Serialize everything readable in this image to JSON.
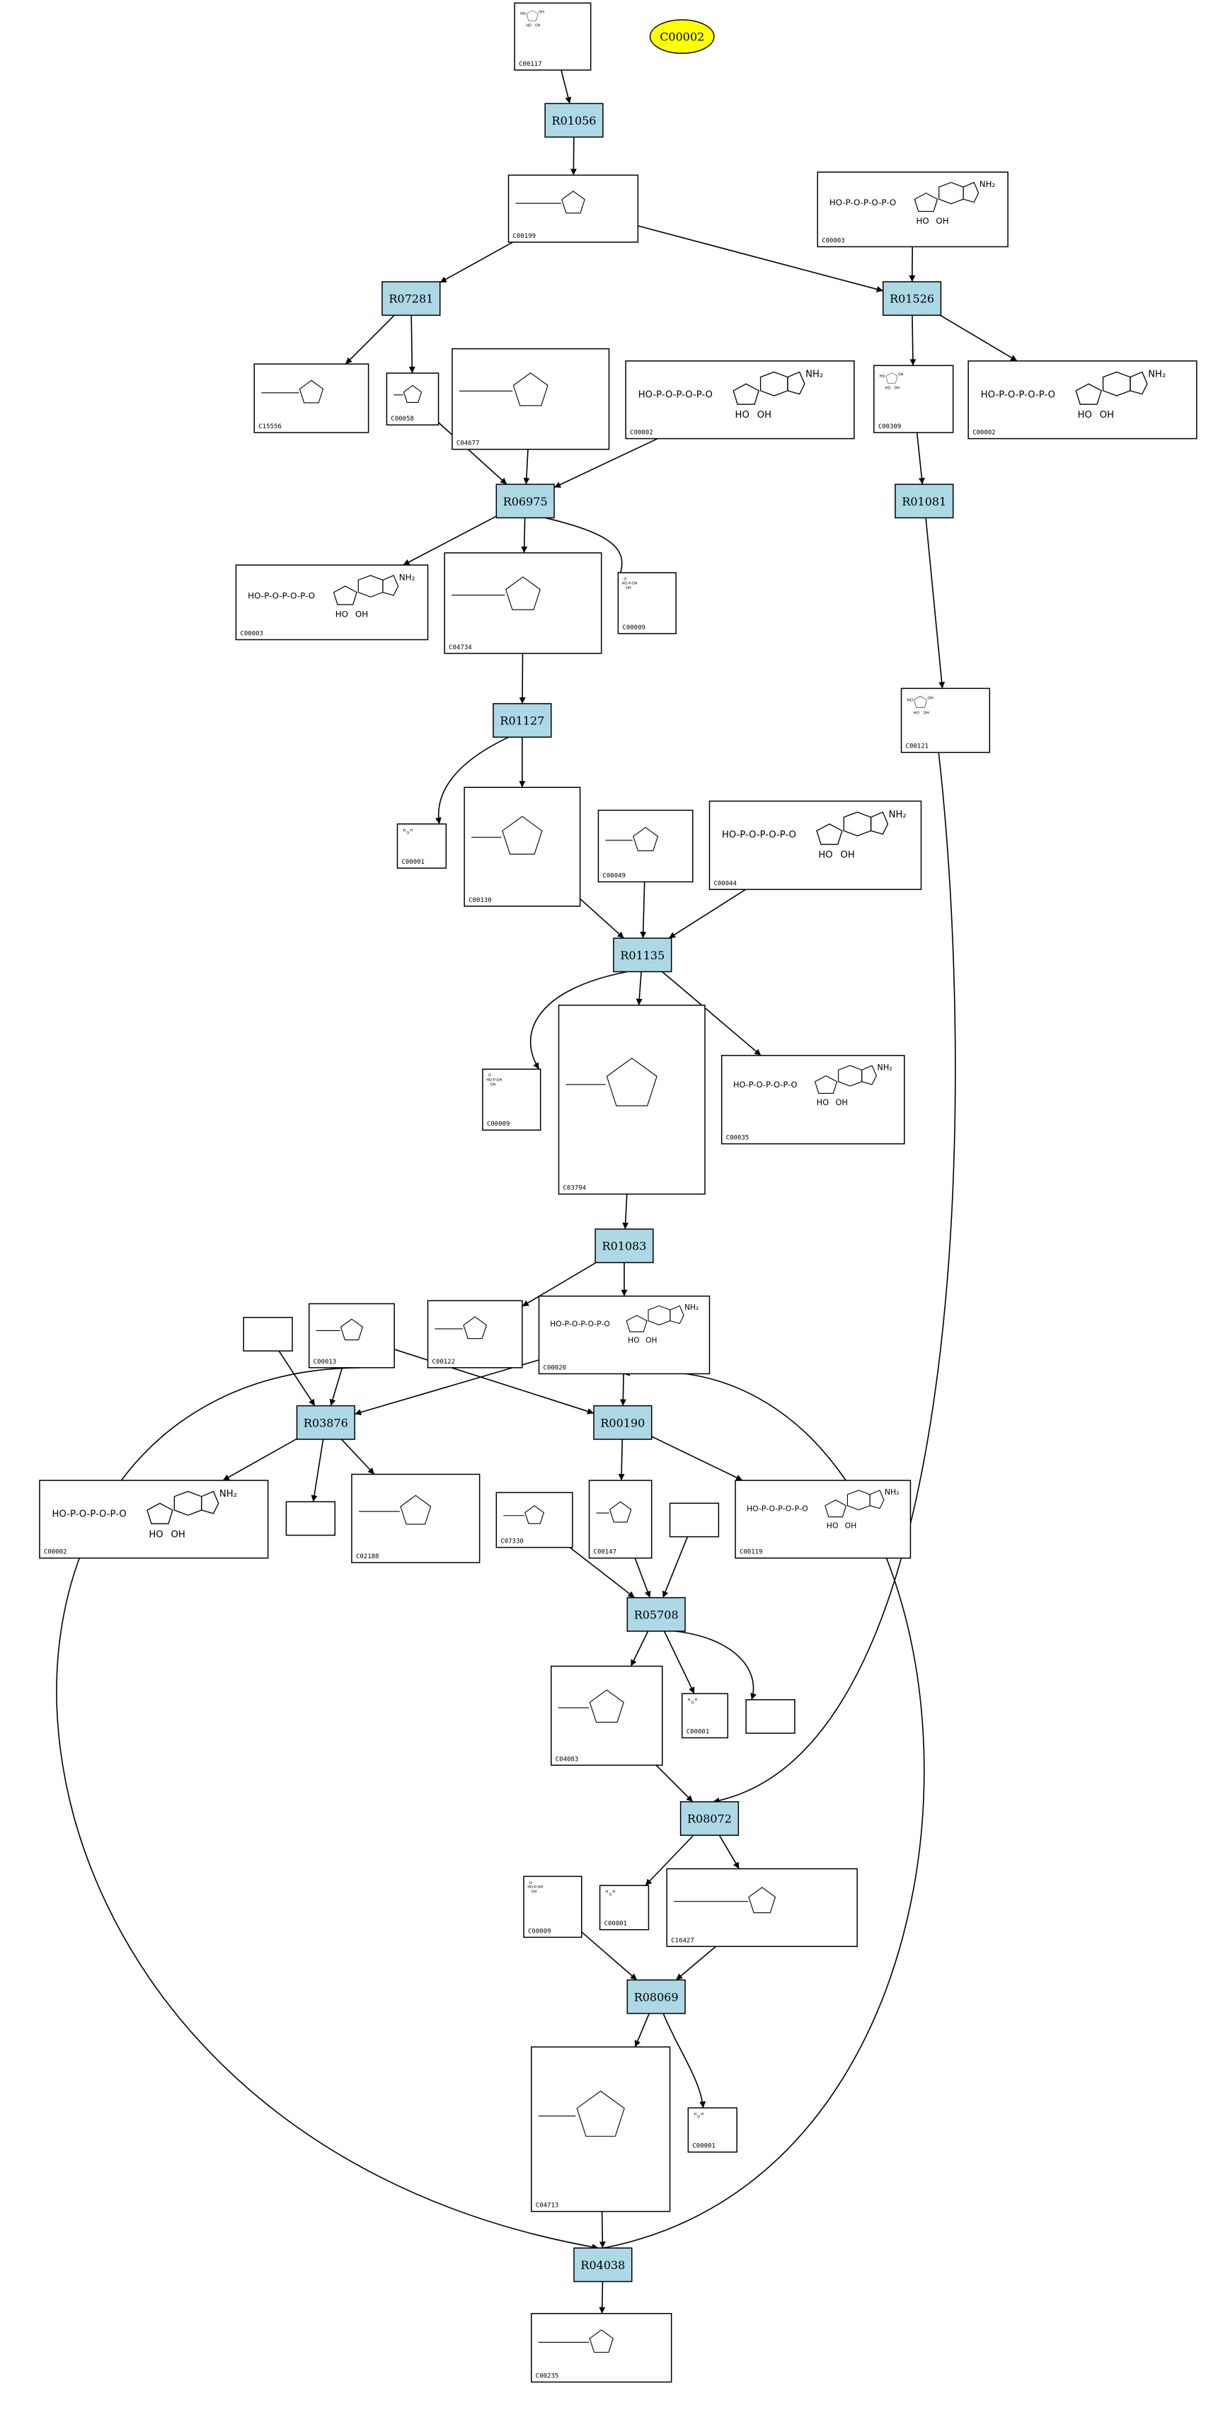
{
  "highlight": {
    "label": "C00002",
    "color": "#ffff00"
  },
  "colors": {
    "reaction_fill": "#add8e6",
    "compound_fill": "#ffffff",
    "highlight_fill": "#ffff00"
  },
  "reactions": [
    {
      "id": "R01056",
      "label": "R01056"
    },
    {
      "id": "R07281",
      "label": "R07281"
    },
    {
      "id": "R01526",
      "label": "R01526"
    },
    {
      "id": "R06975",
      "label": "R06975"
    },
    {
      "id": "R01081",
      "label": "R01081"
    },
    {
      "id": "R01127",
      "label": "R01127"
    },
    {
      "id": "R01135",
      "label": "R01135"
    },
    {
      "id": "R01083",
      "label": "R01083"
    },
    {
      "id": "R03876",
      "label": "R03876"
    },
    {
      "id": "R00190",
      "label": "R00190"
    },
    {
      "id": "R05708",
      "label": "R05708"
    },
    {
      "id": "R08072",
      "label": "R08072"
    },
    {
      "id": "R08069",
      "label": "R08069"
    },
    {
      "id": "R04038",
      "label": "R04038"
    }
  ],
  "compounds": [
    {
      "id": "c1",
      "label": "C00117",
      "structure": "ribose-5-phosphate"
    },
    {
      "id": "c2",
      "label": "C00199",
      "structure": "ribulose-5-phosphate"
    },
    {
      "id": "c3",
      "label": "C00003",
      "structure": "NAD+"
    },
    {
      "id": "c4",
      "label": "C15556",
      "structure": "1-deoxy-xylulose-phosphate"
    },
    {
      "id": "c5",
      "label": "C00058",
      "structure": "formate"
    },
    {
      "id": "c6",
      "label": "C04677",
      "structure": "AICAR"
    },
    {
      "id": "c7",
      "label": "C00002",
      "structure": "ATP"
    },
    {
      "id": "c8",
      "label": "C00309",
      "structure": "ribulose"
    },
    {
      "id": "c9",
      "label": "C00002",
      "structure": "ATP"
    },
    {
      "id": "c10",
      "label": "C00003",
      "structure": "NAD+"
    },
    {
      "id": "c11",
      "label": "C04734",
      "structure": "FAICAR"
    },
    {
      "id": "c12",
      "label": "C00009",
      "structure": "phosphate"
    },
    {
      "id": "c13",
      "label": "C00121",
      "structure": "ribose"
    },
    {
      "id": "c14",
      "label": "C00001",
      "structure": "water"
    },
    {
      "id": "c15",
      "label": "C00130",
      "structure": "IMP"
    },
    {
      "id": "c16",
      "label": "C00049",
      "structure": "aspartate"
    },
    {
      "id": "c17",
      "label": "C00044",
      "structure": "GTP"
    },
    {
      "id": "c18",
      "label": "C00009",
      "structure": "phosphate"
    },
    {
      "id": "c19",
      "label": "C03794",
      "structure": "adenylosuccinate"
    },
    {
      "id": "c20",
      "label": "C00035",
      "structure": "GDP"
    },
    {
      "id": "c21",
      "label": "C00122",
      "structure": "fumarate"
    },
    {
      "id": "c22",
      "label": "C00013",
      "structure": "diphosphate"
    },
    {
      "id": "c23",
      "label": "C00020",
      "structure": "AMP"
    },
    {
      "id": "c24",
      "label": "C00002",
      "structure": "ATP"
    },
    {
      "id": "c25",
      "label": "C02188",
      "structure": "protein-lysine"
    },
    {
      "id": "c26",
      "label": "C07330",
      "structure": "prenal"
    },
    {
      "id": "c27",
      "label": "C00147",
      "structure": "adenine"
    },
    {
      "id": "c28",
      "label": "C00119",
      "structure": "PRPP"
    },
    {
      "id": "c29",
      "label": "C04083",
      "structure": "isopentenyladenine"
    },
    {
      "id": "c30",
      "label": "C00001",
      "structure": "water"
    },
    {
      "id": "c31",
      "label": "C00009",
      "structure": "phosphate"
    },
    {
      "id": "c32",
      "label": "C00001",
      "structure": "water"
    },
    {
      "id": "c33",
      "label": "C16427",
      "structure": "isopentenyladenosine"
    },
    {
      "id": "c34",
      "label": "C04713",
      "structure": "isopentenyl-AMP"
    },
    {
      "id": "c35",
      "label": "C00001",
      "structure": "water"
    },
    {
      "id": "c36",
      "label": "C00235",
      "structure": "DMAPP"
    }
  ]
}
